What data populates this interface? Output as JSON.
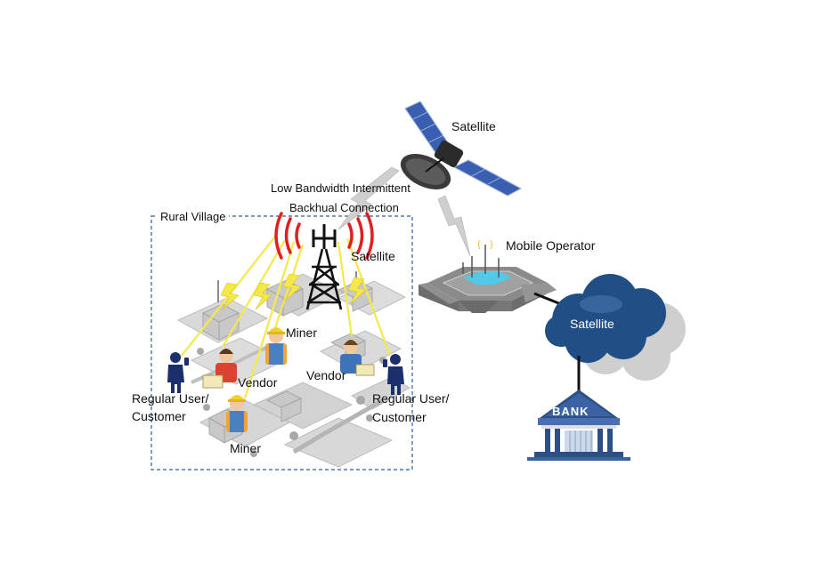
{
  "labels": {
    "satellite_top": "Satellite",
    "backhaul_line1": "Low Bandwidth Intermittent",
    "backhaul_line2": "Backhual Connection",
    "rural_village": "Rural Village",
    "satellite_tower": "Satellite",
    "mobile_operator": "Mobile Operator",
    "satellite_cloud": "Satellite",
    "bank": "BANK",
    "miner_top": "Miner",
    "miner_bottom": "Miner",
    "vendor_left": "Vendor",
    "vendor_right": "Vendor",
    "regular_user_left_line1": "Regular User/",
    "regular_user_left_line2": "Customer",
    "regular_user_right_line1": "Regular User/",
    "regular_user_right_line2": "Customer"
  },
  "colors": {
    "village_border": "#2e5c9a",
    "signal_red": "#e02020",
    "tower_black": "#111111",
    "lightning_yellow": "#f5e84a",
    "cloud_blue": "#1f4f85",
    "user_navy": "#1a2f6b",
    "solar_panel_blue": "#3a5fb0"
  },
  "icons": [
    "satellite-icon",
    "cell-tower-icon",
    "mobile-operator-hub-icon",
    "cloud-icon",
    "bank-icon",
    "person-icon",
    "miner-icon",
    "vendor-icon",
    "village-house-icon"
  ]
}
